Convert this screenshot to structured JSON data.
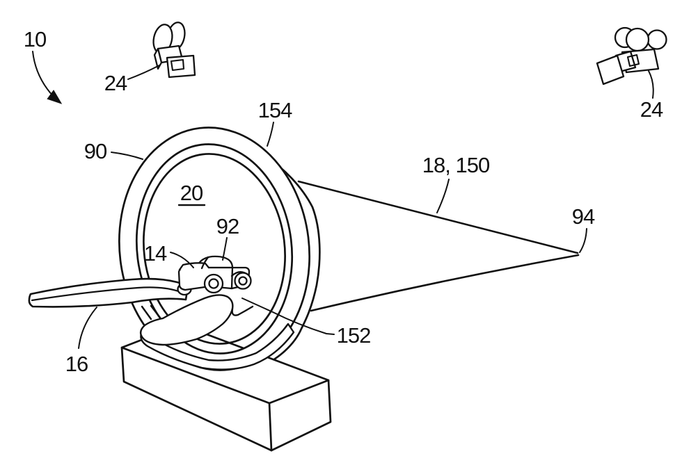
{
  "figure": {
    "description": "Patent-style line drawing of a gantry imaging system scanning a toy car",
    "background_color": "#ffffff",
    "line_color": "#111111",
    "labels": {
      "ref_system": "10",
      "ref_camera_left": "24",
      "ref_camera_right": "24",
      "ref_ring_front": "90",
      "ref_ring_body": "154",
      "ref_bore": "20",
      "ref_beam": "18, 150",
      "ref_apex": "94",
      "ref_marker": "92",
      "ref_car": "14",
      "ref_table": "16",
      "ref_inner": "152"
    }
  }
}
